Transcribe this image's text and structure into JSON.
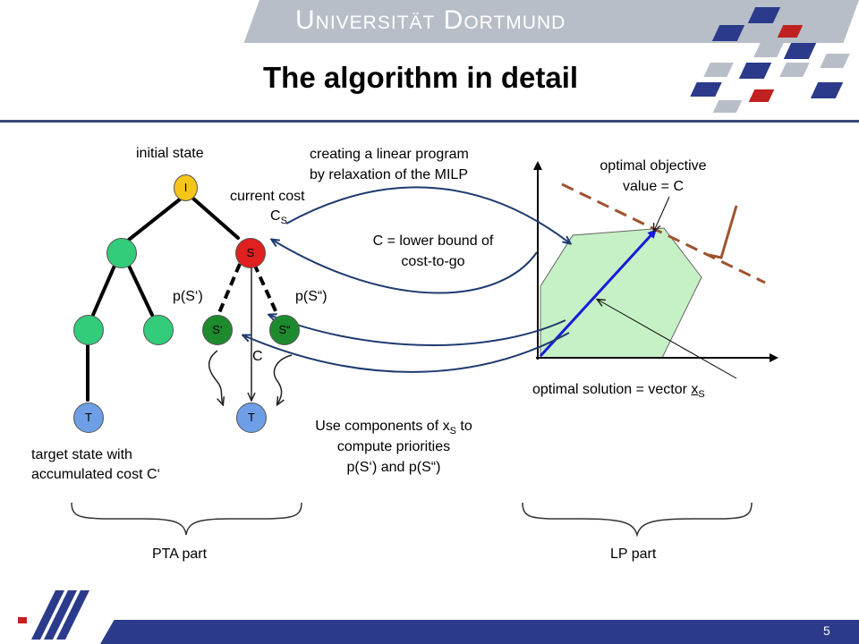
{
  "header": {
    "university": "Universität Dortmund",
    "title": "The algorithm in detail"
  },
  "tree": {
    "nodes": {
      "i": "I",
      "s": "S",
      "s_prime": "S‘",
      "s_dprime": "S“",
      "t_left": "T",
      "t_right": "T"
    },
    "labels": {
      "initial_state": "initial state",
      "current_cost_1": "current cost",
      "current_cost_2": "C",
      "current_cost_sub": "S",
      "p_s_prime": "p(S‘)",
      "p_s_dprime": "p(S“)",
      "c_label": "C",
      "target_1": "target state with",
      "target_2": "accumulated cost C‘"
    }
  },
  "middle": {
    "relax_1": "creating a linear program",
    "relax_2": "by relaxation of the MILP",
    "lower_bound_1": "C = lower bound of",
    "lower_bound_2": "cost-to-go",
    "use_1a": "Use components of x",
    "use_1_sub": "S",
    "use_1b": " to",
    "use_2": "compute priorities",
    "use_3": "p(S‘) and p(S“)"
  },
  "lp": {
    "objective_1": "optimal objective",
    "objective_2": "value = C",
    "solution_a": "optimal solution = vector ",
    "solution_x": "x",
    "solution_sub": "S"
  },
  "footer": {
    "pta_part": "PTA part",
    "lp_part": "LP part",
    "page_number": "5"
  },
  "colors": {
    "node_green": "#33cc7a",
    "node_red": "#e01f1f",
    "node_dark_green": "#1e8a2e",
    "node_yellow": "#f5c518",
    "node_blue": "#6e9fe6",
    "polygon_fill": "#c6f1c6",
    "arrow_blue": "#1e3a6e",
    "solution_vector": "#1a1ad8",
    "objective_line": "#a0522d"
  }
}
